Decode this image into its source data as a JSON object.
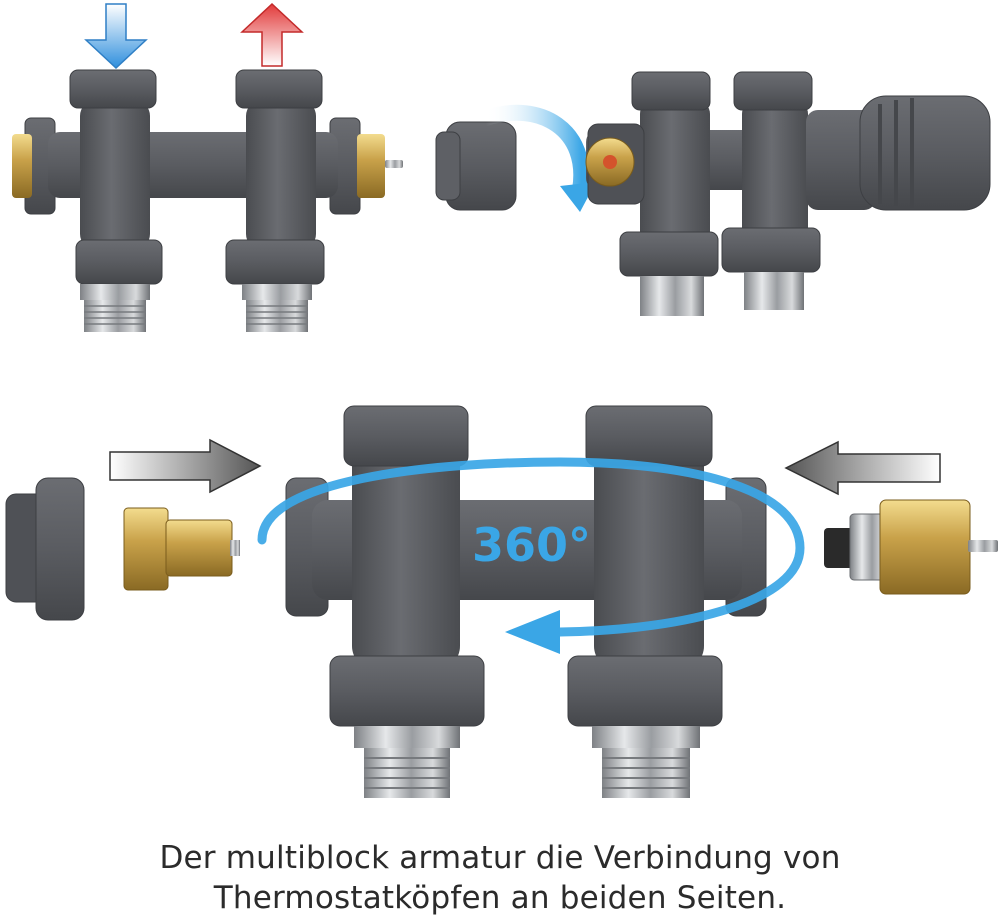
{
  "rotation_label": "360°",
  "caption": {
    "line1": "Der multiblock armatur die Verbindung von",
    "line2": "Thermostatköpfen an beiden Seiten."
  },
  "icons": {
    "supply_arrow": "arrow-down-blue",
    "return_arrow": "arrow-up-red",
    "rotate_arrow": "curved-arrow-blue",
    "insert_arrows": "arrow-right-gray"
  },
  "colors": {
    "body": "#5b5d62",
    "brass": "#c9a24a",
    "chrome": "#b9bcc0",
    "accent": "#3aa6e6",
    "hot": "#e23b3b",
    "text": "#2b2b2b"
  }
}
